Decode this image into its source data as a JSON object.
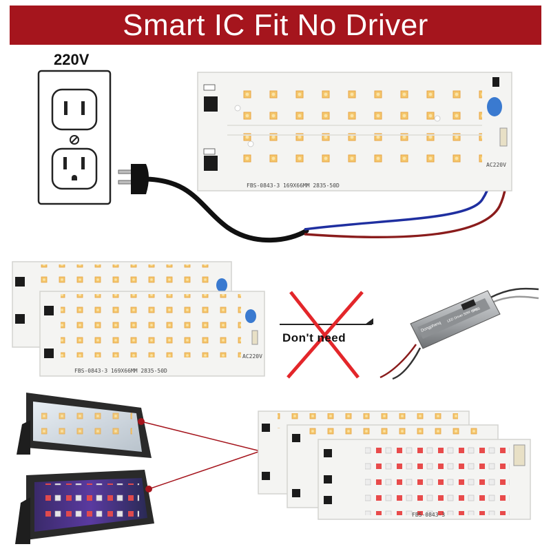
{
  "banner": {
    "title": "Smart IC Fit No Driver",
    "color": "#a5151d"
  },
  "outlet": {
    "voltage_label": "220V"
  },
  "board": {
    "silkscreen": "FBS-0843-3  169X66MM 2835-50D",
    "ac_label": "AC220V"
  },
  "stacked_boards": {
    "silkscreen": "FBS-0843-3  169X66MM 2835-50D",
    "ac_label": "AC220V"
  },
  "no_driver": {
    "label": "Don't need",
    "cross_color": "#e3262a"
  },
  "driver_box": {
    "brand": "Dongphenq",
    "caption": "LED Driver 50W max",
    "rating": "IP66"
  },
  "rgb_boards": {
    "silkscreen": "FBS-0843-3"
  },
  "callout_color": "#a5151d"
}
